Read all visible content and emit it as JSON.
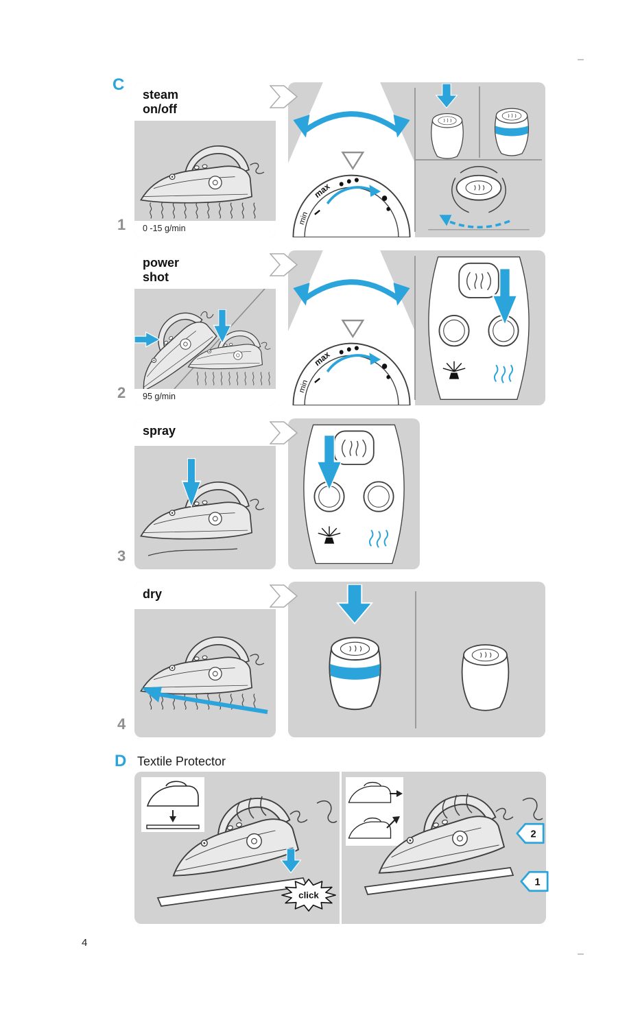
{
  "page": {
    "number": "4"
  },
  "colors": {
    "accent": "#2AA4DB",
    "panel": "#D2D2D2"
  },
  "sections": {
    "c": {
      "label": "C",
      "dial": {
        "max": "max",
        "min": "min"
      },
      "rows": [
        {
          "number": "1",
          "title_lines": [
            "steam",
            "on/off"
          ],
          "caption": "0 -15 g/min"
        },
        {
          "number": "2",
          "title_lines": [
            "power",
            "shot"
          ],
          "caption": "95 g/min"
        },
        {
          "number": "3",
          "title_lines": [
            "spray"
          ]
        },
        {
          "number": "4",
          "title_lines": [
            "dry"
          ]
        }
      ]
    },
    "d": {
      "label": "D",
      "title": "Textile Protector",
      "click_label": "click",
      "badges": [
        {
          "label": "2"
        },
        {
          "label": "1"
        }
      ]
    }
  },
  "icons": {
    "steam-icon": "≋",
    "spray-icon": "✺",
    "power-shot-icon": "(≀≀)",
    "arrow-down-icon": "⬇",
    "arrow-right-icon": "➡",
    "rotate-ccw-icon": "↺",
    "click-burst-icon": "✷"
  }
}
